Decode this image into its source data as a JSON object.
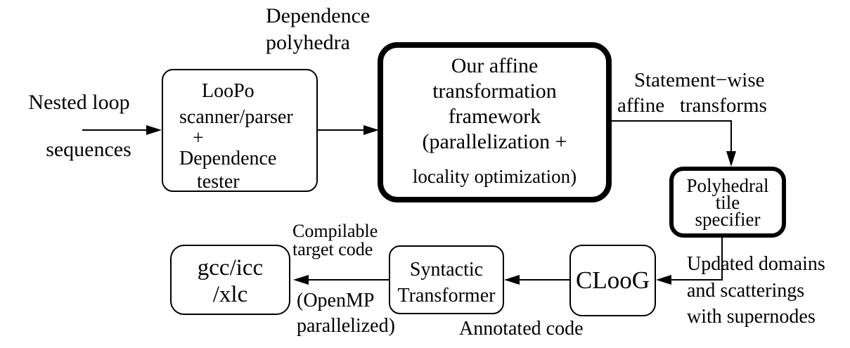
{
  "diagram": {
    "title": "Affine transformation framework flow",
    "colors": {
      "ink": "#000000",
      "background": "#ffffff"
    },
    "nodes": {
      "loopo": {
        "lines": [
          "LooPo",
          "scanner/parser",
          "+",
          "Dependence",
          "tester"
        ]
      },
      "framework": {
        "lines": [
          "Our affine",
          "transformation",
          "framework",
          "(parallelization +",
          "locality optimization)"
        ]
      },
      "tile_specifier": {
        "lines": [
          "Polyhedral",
          "tile",
          "specifier"
        ]
      },
      "cloog": {
        "label": "CLooG"
      },
      "syntactic": {
        "lines": [
          "Syntactic",
          "Transformer"
        ]
      },
      "compilers": {
        "lines": [
          "gcc/icc",
          "/xlc"
        ]
      }
    },
    "labels": {
      "input": {
        "line1": "Nested loop",
        "line2": "sequences"
      },
      "dependence_polyhedra": {
        "line1": "Dependence",
        "line2": "polyhedra"
      },
      "statement_wise": {
        "line1": "Statement−wise",
        "line2": "affine   transforms"
      },
      "updated_domains": {
        "line1": "Updated domains",
        "line2": "and scatterings",
        "line3": "with supernodes"
      },
      "compilable": {
        "line1": "Compilable",
        "line2": "target code"
      },
      "openmp": {
        "line1": "(OpenMP",
        "line2": "parallelized)"
      },
      "annotated": "Annotated code"
    }
  }
}
